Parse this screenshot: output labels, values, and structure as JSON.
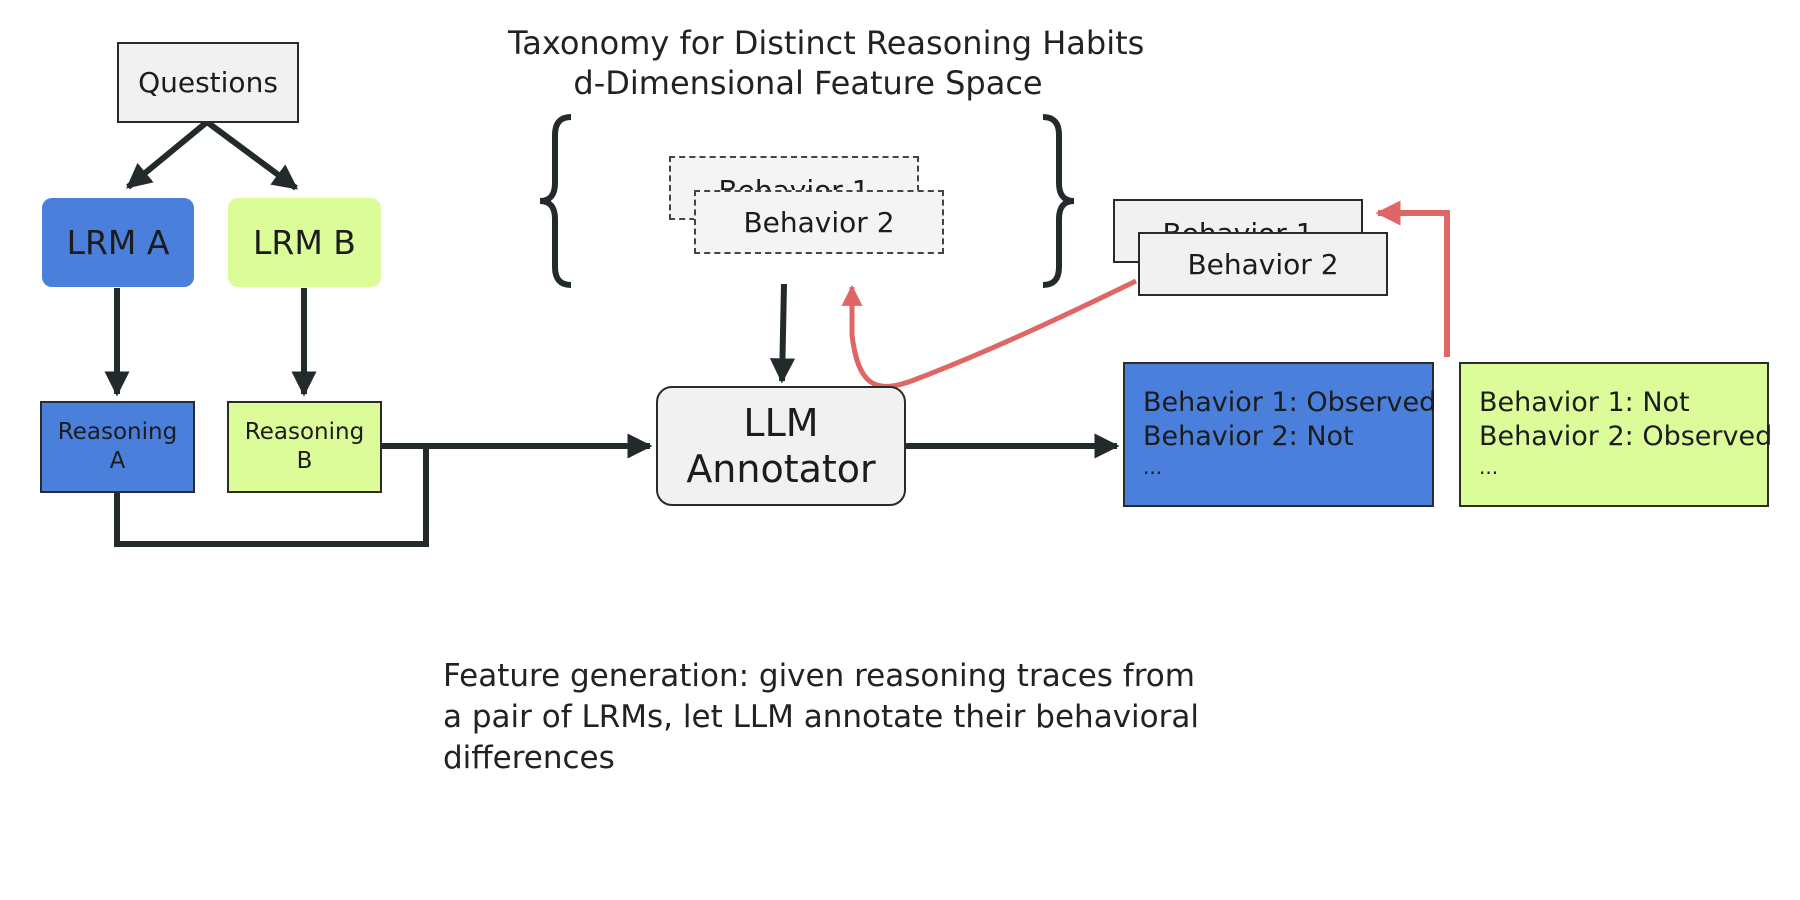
{
  "title": {
    "line1": "Taxonomy for Distinct Reasoning Habits",
    "line2": "d-Dimensional Feature Space"
  },
  "nodes": {
    "questions": "Questions",
    "lrm_a": "LRM A",
    "lrm_b": "LRM B",
    "reasoning_a": {
      "line1": "Reasoning",
      "line2": "A"
    },
    "reasoning_b": {
      "line1": "Reasoning",
      "line2": "B"
    },
    "taxonomy_behavior1": "Behavior 1",
    "taxonomy_behavior2": "Behavior 2",
    "annotator": {
      "line1": "LLM",
      "line2": "Annotator"
    },
    "feature_behavior1": "Behavior 1",
    "feature_behavior2": "Behavior 2"
  },
  "annotations": {
    "a": {
      "line1": "Behavior 1: Observed",
      "line2": "Behavior 2: Not",
      "line3": "..."
    },
    "b": {
      "line1": "Behavior 1: Not",
      "line2": "Behavior 2: Observed",
      "line3": "..."
    }
  },
  "caption": "Feature generation: given reasoning traces from a pair of LRMs, let LLM annotate their behavioral differences",
  "colors": {
    "model_a": "#4a7fdc",
    "model_b": "#dcfc9a",
    "arrow_dark": "#222a2c",
    "arrow_red": "#e06666"
  }
}
